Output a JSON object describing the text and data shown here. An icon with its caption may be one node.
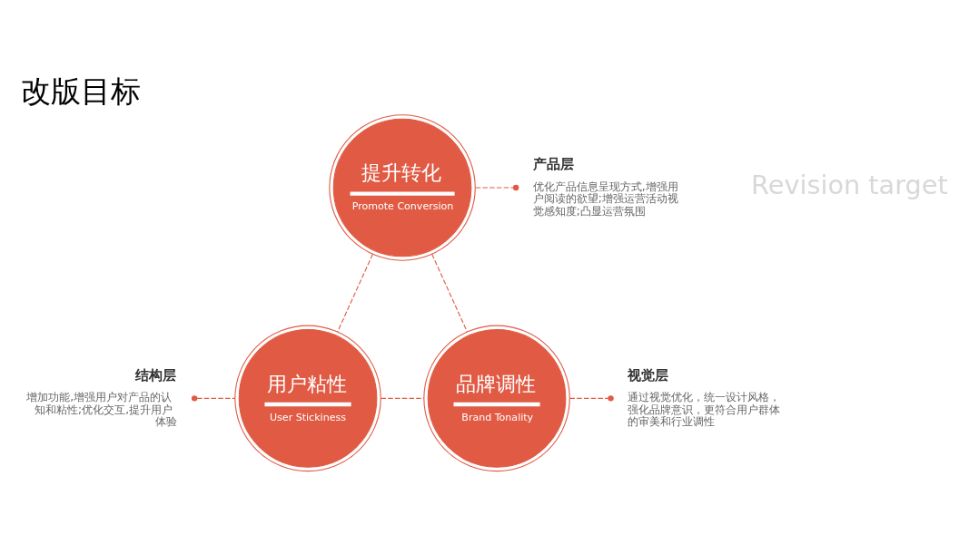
{
  "diagram": {
    "title": "改版目标",
    "nodes": [
      {
        "text": [
          "提升转化",
          "Promote Conversion"
        ]
      },
      {
        "text": [
          "用户粘性",
          "User Stickiness"
        ]
      },
      {
        "text": [
          "品牌调性",
          "Brand Tonality"
        ]
      },
      {
        "text": [
          "产品层",
          "优化产品信息呈现方式,增强用户阅读的欲望;增强运营活动视觉感知度;凸显运营氛围"
        ]
      },
      {
        "text": [
          "结构层",
          "增加功能,增强用户对产品的认知和粘性;优化交互,提升用户体验"
        ]
      },
      {
        "text": [
          "视觉层",
          "通过视觉优化，统一设计风格，强化品牌意识，更符合用户群体的审美和行业调性"
        ]
      }
    ],
    "edges": [
      {
        "from": 0,
        "to": 1,
        "arrow": "none",
        "style": "dashed"
      },
      {
        "from": 0,
        "to": 2,
        "arrow": "none",
        "style": "dashed"
      },
      {
        "from": 1,
        "to": 2,
        "arrow": "none",
        "style": "dashed"
      },
      {
        "from": 0,
        "to": 3,
        "arrow": "other",
        "style": "dashed"
      },
      {
        "from": 4,
        "to": 1,
        "arrow": "other",
        "style": "dashed"
      },
      {
        "from": 2,
        "to": 5,
        "arrow": "other",
        "style": "dashed"
      }
    ],
    "labels": [
      "Revision target"
    ]
  }
}
